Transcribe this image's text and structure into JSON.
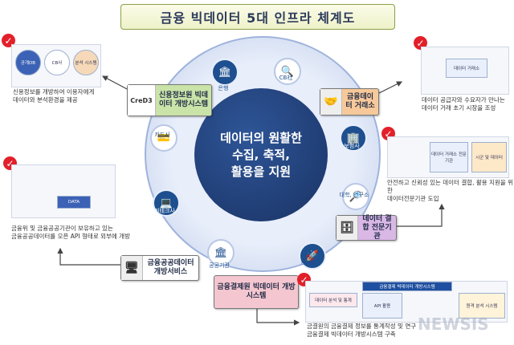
{
  "title": "금융 빅데이터 5대 인프라  체계도",
  "center": {
    "line1": "데이터의 원활한",
    "line2": "수집, 축적,",
    "line3": "활용을 지원"
  },
  "nodes": {
    "bank": "은행",
    "cb": "CB社",
    "insurance": "보험사",
    "university": "대학, 연구소",
    "startup": "창업자사",
    "public": "공공기관",
    "fintech": "핀테크사",
    "card": "카드사"
  },
  "credb": {
    "logo": "CreD3",
    "label": "신용정보원 빅데이터 개방시스템",
    "desc1": "신용정보를 개방하여 이용자에게",
    "desc2": "데이터와 분석환경을 제공"
  },
  "exchange": {
    "label": "금융데이터 거래소",
    "desc1": "데이터 공급자와 수요자가 만나는",
    "desc2": "데이터 거래 초기 시장을 조성"
  },
  "combine": {
    "label": "데이터 결합 전문기관",
    "desc1": "안전하고 신뢰성 있는 데이터 결합, 활용 지원을 위한",
    "desc2": "데이터전문기관 도입"
  },
  "publicapi": {
    "label": "금융공공데이터 개방서비스",
    "desc1": "금융위 및 금융공공기관이 보유하고 있는",
    "desc2": "금융공공데이터를 오픈 API 형태로 외부에 개방"
  },
  "payment": {
    "label": "금융결제원 빅데이터 개방시스템",
    "desc1": "금결원의 금융결제 정보를 통계작성 및 연구",
    "desc2": "금융결제 빅데이터 개방시스템 구축",
    "panel_title": "금융결제 빅데이터 개방시스템"
  },
  "mini": {
    "credb_a": "공개DB",
    "credb_b": "CB사",
    "credb_c": "분석 시스템",
    "exch": "데이터 거래소",
    "combine_a": "데이터 거래소 전문기관",
    "combine_b": "시군 및 데이터",
    "publicapi": "DATA",
    "pay_a": "데이터 분석 및 통계",
    "pay_b": "API 활용",
    "pay_c": "원격 분석 시스템"
  },
  "watermark": "NEWSIS",
  "colors": {
    "ring": "#c9d6f0",
    "center": "#1f3a6e",
    "credb_label": "#c9e3a8",
    "exchange_label": "#f7c99a",
    "combine_label": "#d9b8e6",
    "publicapi_label": "#ffffff",
    "payment_label": "#f4c6d0",
    "check": "#e2202a"
  }
}
